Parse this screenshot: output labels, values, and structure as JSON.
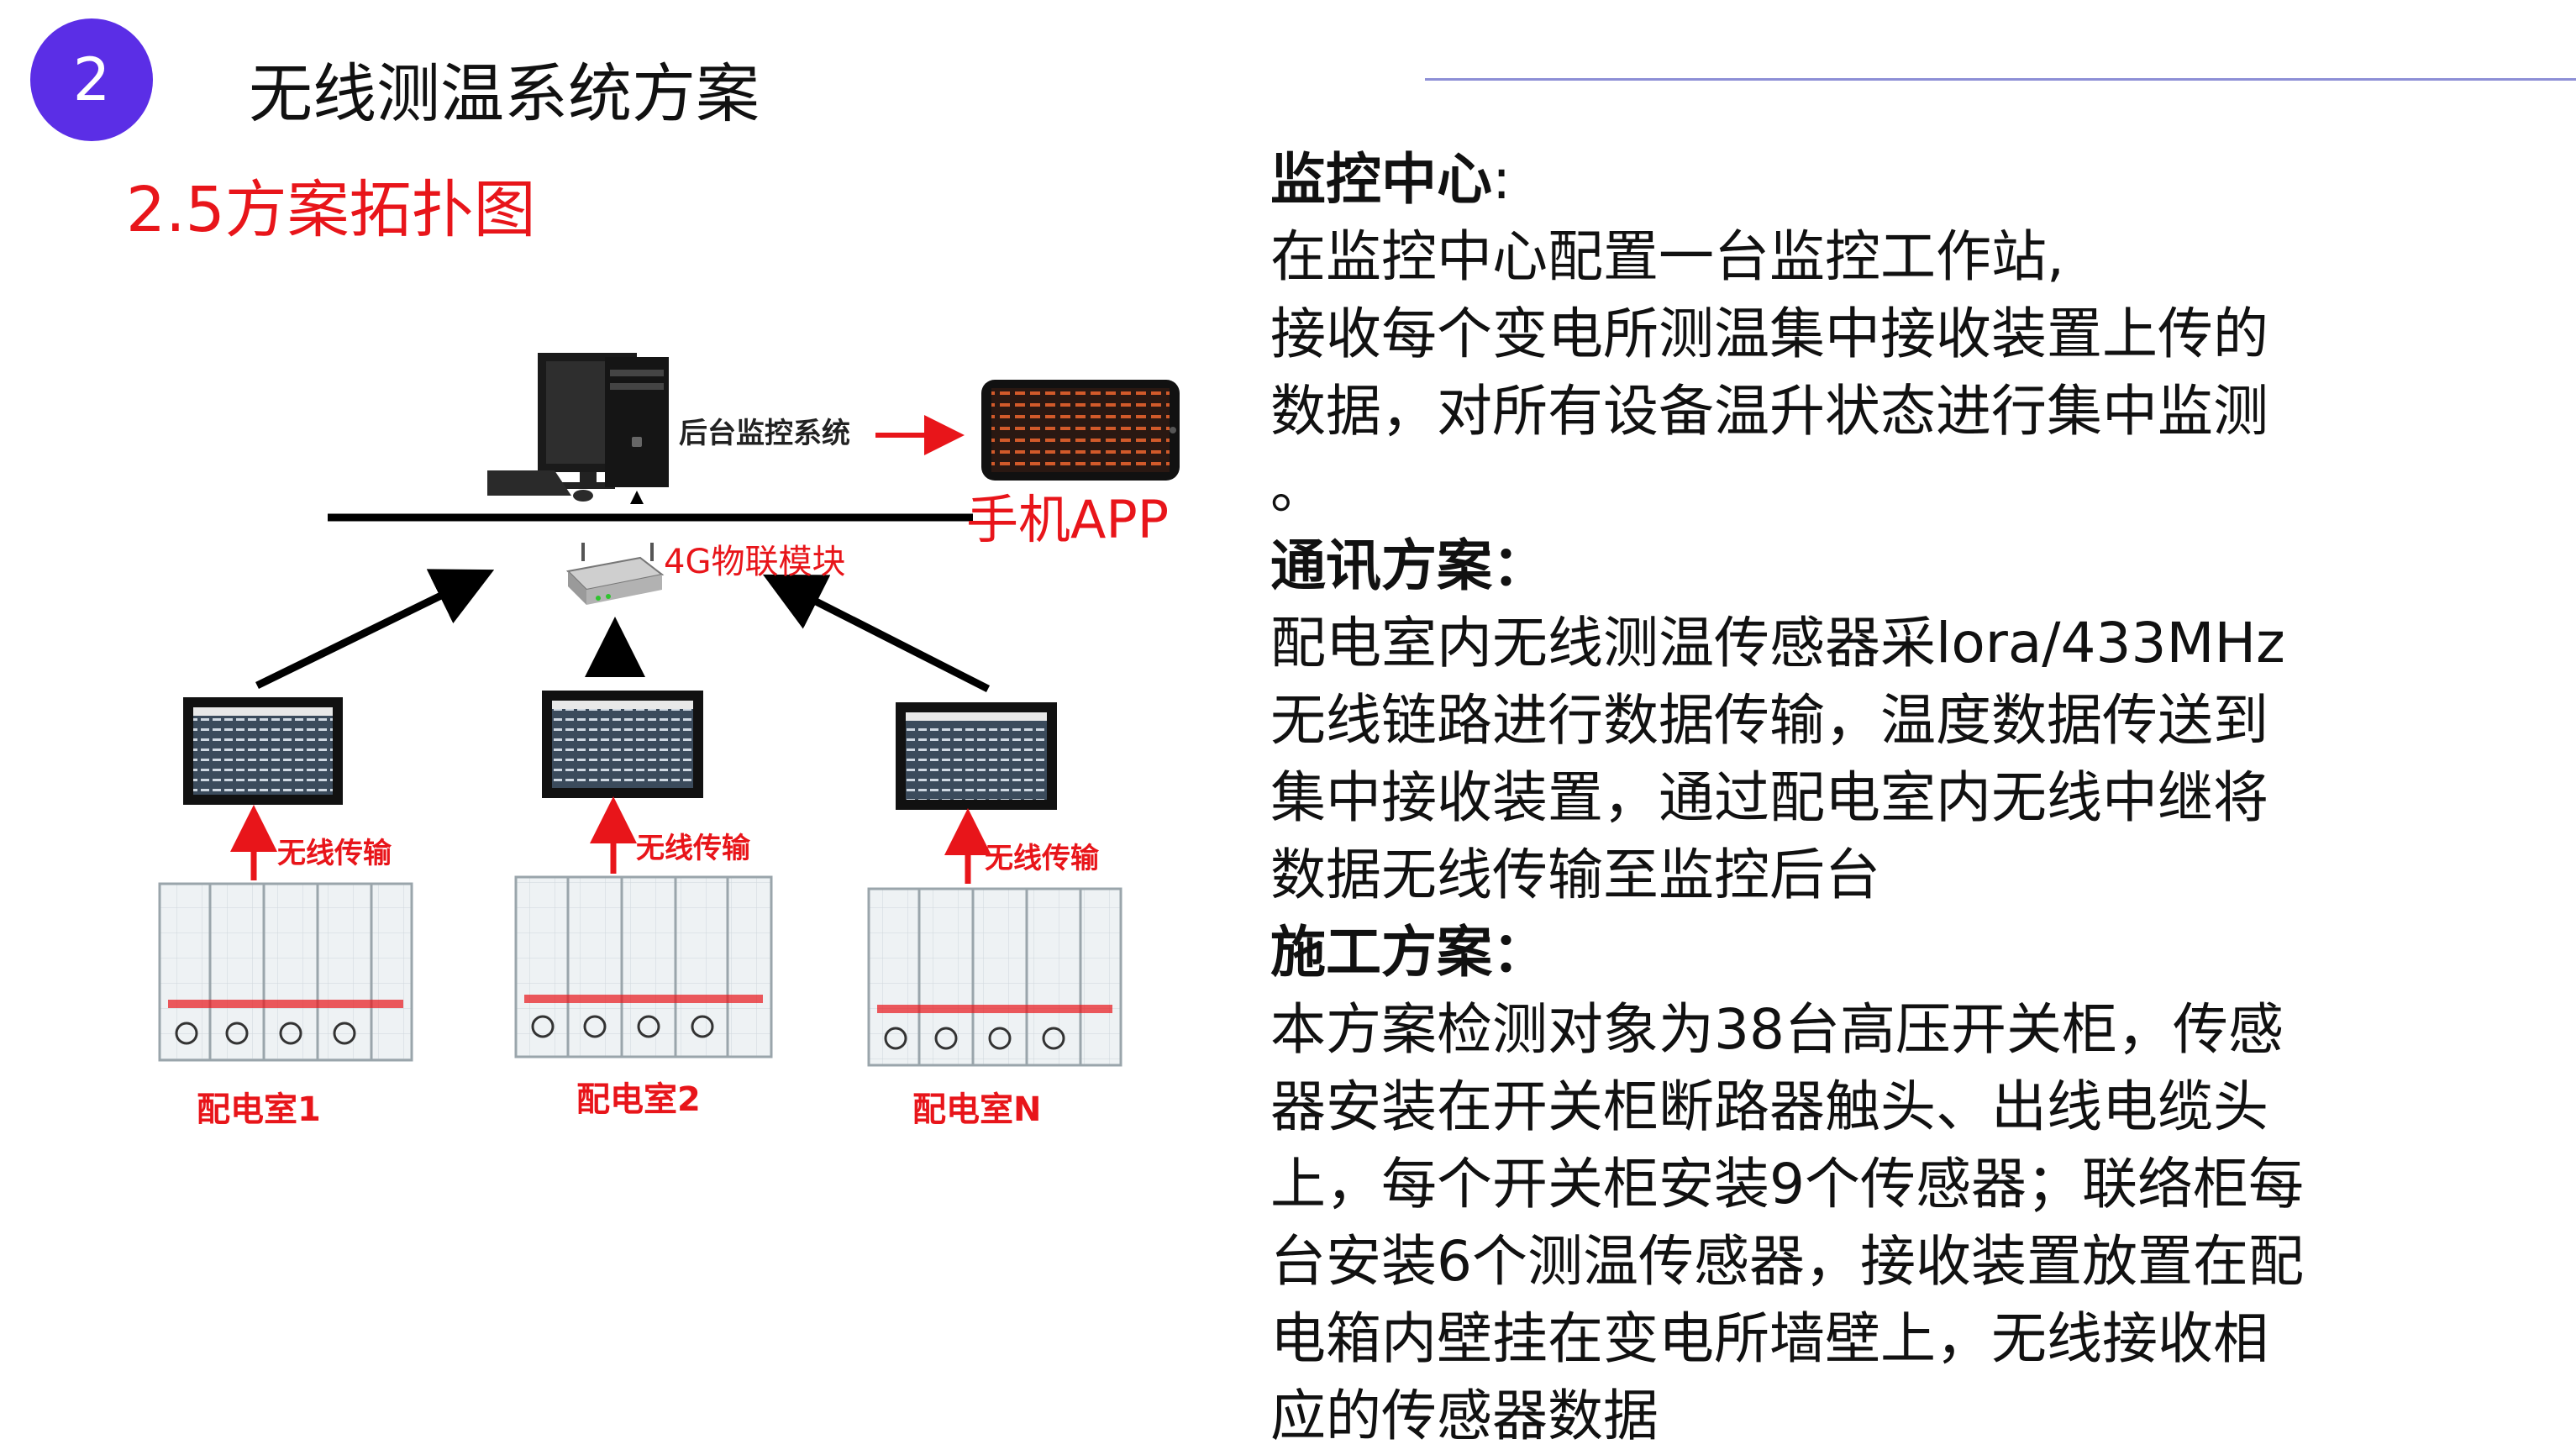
{
  "header": {
    "badge": "2",
    "title": "无线测温系统方案",
    "subtitle": "2.5方案拓扑图"
  },
  "diagram": {
    "backend_label": "后台监控系统",
    "app_label": "手机APP",
    "module_label": "4G物联模块",
    "wireless_label": "无线传输",
    "rooms": [
      "配电室1",
      "配电室2",
      "配电室N"
    ]
  },
  "content": {
    "monitor_heading": "监控中心",
    "monitor_colon": ":",
    "monitor_lines": [
      "在监控中心配置一台监控工作站,",
      "接收每个变电所测温集中接收装置上传的",
      "数据，对所有设备温升状态进行集中监测",
      "。"
    ],
    "comm_heading": "通讯方案：",
    "comm_lines": [
      "配电室内无线测温传感器采lora/433MHz",
      "无线链路进行数据传输，温度数据传送到",
      "集中接收装置，通过配电室内无线中继将",
      "数据无线传输至监控后台"
    ],
    "build_heading": "施工方案：",
    "build_lines": [
      "本方案检测对象为38台高压开关柜，传感",
      "器安装在开关柜断路器触头、出线电缆头",
      "上，每个开关柜安装9个传感器；联络柜每",
      "台安装6个测温传感器，接收装置放置在配",
      "电箱内壁挂在变电所墙壁上，无线接收相",
      "应的传感器数据"
    ]
  },
  "colors": {
    "badge": "#5b2ee6",
    "accent_red": "#e8151a",
    "rule": "#8d8fd6"
  }
}
